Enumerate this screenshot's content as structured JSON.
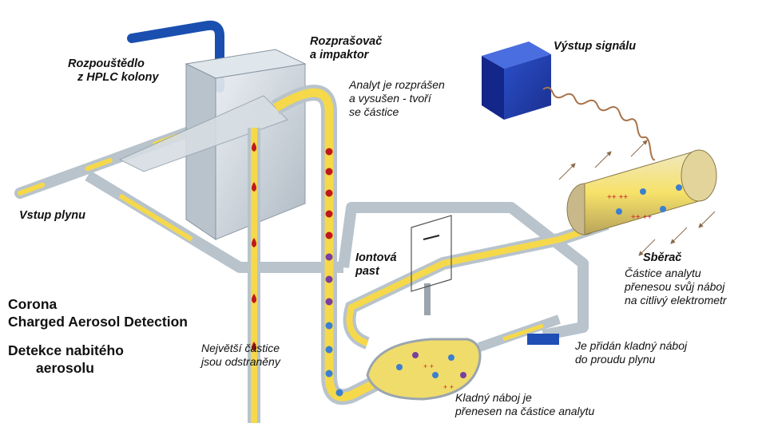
{
  "labels": {
    "solvent": [
      "Rozpouštědlo",
      "z HPLC kolony"
    ],
    "nebulizer": [
      "Rozprašovač",
      "a impaktor"
    ],
    "nebulizer_desc": [
      "Analyt  je rozprášen",
      "a vysušen - tvoří",
      "se částice"
    ],
    "signal_out": "Výstup signálu",
    "gas_in": "Vstup plynu",
    "ion_trap": [
      "Iontová",
      "past"
    ],
    "collector": "Sběrač",
    "collector_desc": [
      "Částice analytu",
      "přenesou svůj náboj",
      "na citlivý elektrometr"
    ],
    "title_en": [
      "Corona",
      "Charged Aerosol Detection"
    ],
    "title_cs": [
      "Detekce nabitého",
      "aerosolu"
    ],
    "largest": [
      "Největší částice",
      "jsou odstraněny"
    ],
    "charge_added": [
      "Je přidán kladný náboj",
      "do proudu plynu"
    ],
    "charge_transfer": [
      "Kladný náboj je",
      "přenesen na částice  analytu"
    ]
  },
  "colors": {
    "tube": "#c9d2da",
    "tube_core": "#f5d94a",
    "solvent_pipe": "#1a4fb0",
    "signal_box": "#1f3fb5",
    "drop": "#c0171c",
    "particle_blue": "#3b7fd0",
    "particle_purple": "#7a3f9e",
    "charge": "#d0202a"
  }
}
